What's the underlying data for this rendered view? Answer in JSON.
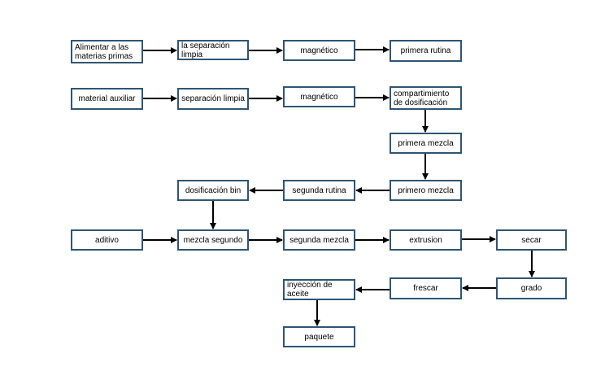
{
  "nodes": {
    "n1": "Alimentar a las\nmaterias primas",
    "n2": "la separación\nlimpia",
    "n3": "magnético",
    "n4": "primera rutina",
    "n5": "material auxiliar",
    "n6": "separación limpia",
    "n7": "magnético",
    "n8": "compartimiento\nde dosificación",
    "n9": "primera mezcla",
    "n10": "primero mezcla",
    "n11": "segunda rutina",
    "n12": "dosificación bin",
    "n13": "aditivo",
    "n14": "mezcla segundo",
    "n15": "segunda mezcla",
    "n16": "extrusion",
    "n17": "secar",
    "n18": "grado",
    "n19": "frescar",
    "n20": "inyección de\naceite",
    "n21": "paquete"
  },
  "colors": {
    "border": "#2f5574",
    "arrow": "#000000"
  }
}
